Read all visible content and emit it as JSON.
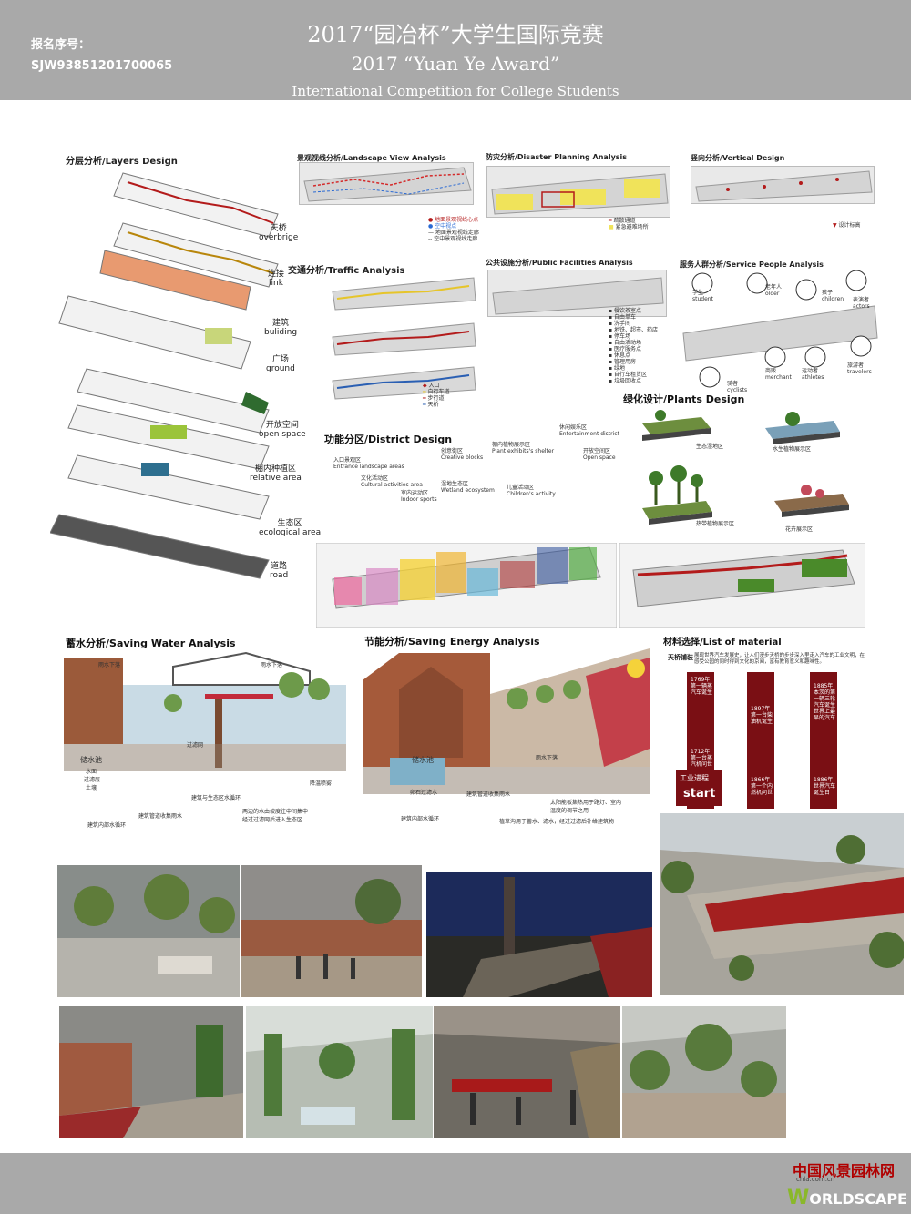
{
  "header": {
    "reg_label": "报名序号：",
    "reg_no": "SJW93851201700065",
    "title_cn": "2017“园冶杯”大学生国际竞赛",
    "title_en": "2017 “Yuan Ye Award”",
    "subtitle_en": "International Competition for College Students"
  },
  "layers": {
    "title": "分层分析/Layers Design",
    "items": [
      {
        "cn": "天桥",
        "en": "overbrige"
      },
      {
        "cn": "连接",
        "en": "link"
      },
      {
        "cn": "建筑",
        "en": "buliding"
      },
      {
        "cn": "广场",
        "en": "ground"
      },
      {
        "cn": "开放空间",
        "en": "open space"
      },
      {
        "cn": "棚内种植区",
        "en": "relative area"
      },
      {
        "cn": "生态区",
        "en": "ecological area"
      },
      {
        "cn": "道路",
        "en": "road"
      }
    ]
  },
  "landscape": {
    "title": "景观视线分析/Landscape View Analysis",
    "legend": [
      "地面景观视线心点",
      "空中视点",
      "地面景观视线走廊",
      "空中景观视线走廊"
    ]
  },
  "disaster": {
    "title": "防灾分析/Disaster Planning Analysis",
    "legend": [
      "疏散通道",
      "紧急避难场所"
    ]
  },
  "vertical": {
    "title": "竖向分析/Vertical Design",
    "legend": [
      "设计标高"
    ]
  },
  "traffic": {
    "title": "交通分析/Traffic Analysis",
    "legend": [
      "入口",
      "自行车道",
      "步行道",
      "天桥"
    ]
  },
  "facilities": {
    "title": "公共设施分析/Public Facilities Analysis",
    "legend": [
      "餐饮茶室点",
      "自由单车",
      "洗手间",
      "地铁、超市、药店",
      "停车场",
      "自由活动场",
      "医疗服务点",
      "休息点",
      "管理用房",
      "绿地",
      "自行车租赁区",
      "垃圾回收点"
    ]
  },
  "service": {
    "title": "服务人群分析/Service People Analysis",
    "people": [
      {
        "cn": "学生",
        "en": "student"
      },
      {
        "cn": "老年人",
        "en": "older"
      },
      {
        "cn": "孩子",
        "en": "children"
      },
      {
        "cn": "表演者",
        "en": "actors"
      },
      {
        "cn": "旅游者",
        "en": "travelers"
      },
      {
        "cn": "骑者",
        "en": "cyclists"
      },
      {
        "cn": "商贩",
        "en": "merchant"
      },
      {
        "cn": "运动者",
        "en": "athletes"
      }
    ]
  },
  "plants": {
    "title": "绿化设计/Plants Design",
    "labels": [
      "生态湿地区",
      "水生植物展示区",
      "热带植物展示区",
      "花卉展示区"
    ]
  },
  "district": {
    "title": "功能分区/District Design",
    "zones": [
      {
        "cn": "入口景观区",
        "en": "Entrance landscape areas"
      },
      {
        "cn": "文化活动区",
        "en": "Cultural activities area"
      },
      {
        "cn": "室内运动区",
        "en": "Indoor sports"
      },
      {
        "cn": "创意街区",
        "en": "Creative blocks"
      },
      {
        "cn": "湿地生态区",
        "en": "Wetland ecosystem"
      },
      {
        "cn": "棚内植物展示区",
        "en": "Plant exhibits's shelter"
      },
      {
        "cn": "儿童活动区",
        "en": "Children's activity"
      },
      {
        "cn": "休闲娱乐区",
        "en": "Entertainment district"
      },
      {
        "cn": "开放空间区",
        "en": "Open space"
      }
    ]
  },
  "water": {
    "title": "蓄水分析/Saving Water  Analysis",
    "labels": [
      "雨水下落",
      "雨水下落",
      "过滤网",
      "储水池",
      "水面",
      "过滤层",
      "土壤",
      "降温喷雾",
      "建筑与生态区水循环",
      "建筑管道收集雨水",
      "建筑内部水循环",
      "两边的水由坡度往中间集中",
      "经过过滤网后进入生态区"
    ]
  },
  "energy": {
    "title": "节能分析/Saving Energy  Analysis",
    "labels": [
      "储水池",
      "雨水下落",
      "卵石过滤水",
      "建筑管道收集雨水",
      "建筑内部水循环",
      "太阳能板集热用于路灯、室内",
      "温度的调节之用",
      "植草沟用于蓄水、滤水，经过过滤后补给建筑物"
    ]
  },
  "material": {
    "title": "材料选择/List of material",
    "subtitle": "天桥铺装",
    "desc": "展现世界汽车发展史，让人们漫步天桥的步步深入里走入汽车的工业文明，在感受公园的同时得到文化的京阅，富有教育意义和趣味性。",
    "col1": [
      "1769年",
      "第一辆蒸汽车诞生",
      "1712年",
      "第一台蒸汽机问世"
    ],
    "col2": [
      "1897年",
      "第一台柴油机诞生",
      "1866年",
      "第一个内燃机问世"
    ],
    "col3": [
      "1885年",
      "本茨的第一辆三轮汽车诞生",
      "世界上最早的汽车",
      "1886年",
      "世界汽车诞生日"
    ],
    "progress": "工业进程",
    "start": "start"
  },
  "footer": {
    "logo_cn": "中国风景园林网",
    "logo_url": "chla.com.cn",
    "logo_en": "ORLDSCAPE",
    "logo_w": "W"
  },
  "colors": {
    "header": "#a9a9a9",
    "accent_red": "#b31b1b",
    "material_red": "#7a0f14"
  }
}
